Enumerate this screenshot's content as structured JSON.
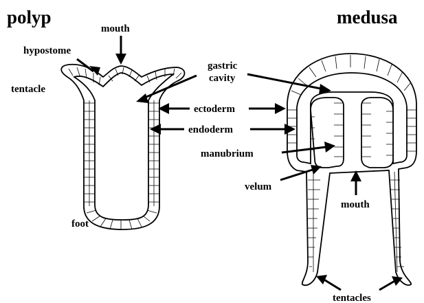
{
  "titles": {
    "polyp": "polyp",
    "medusa": "medusa"
  },
  "labels": {
    "mouth_polyp": "mouth",
    "hypostome": "hypostome",
    "tentacle": "tentacle",
    "gastric_cavity_1": "gastric",
    "gastric_cavity_2": "cavity",
    "ectoderm": "ectoderm",
    "endoderm": "endoderm",
    "manubrium": "manubrium",
    "velum": "velum",
    "mouth_medusa": "mouth",
    "foot": "foot",
    "tentacles": "tentacles"
  }
}
